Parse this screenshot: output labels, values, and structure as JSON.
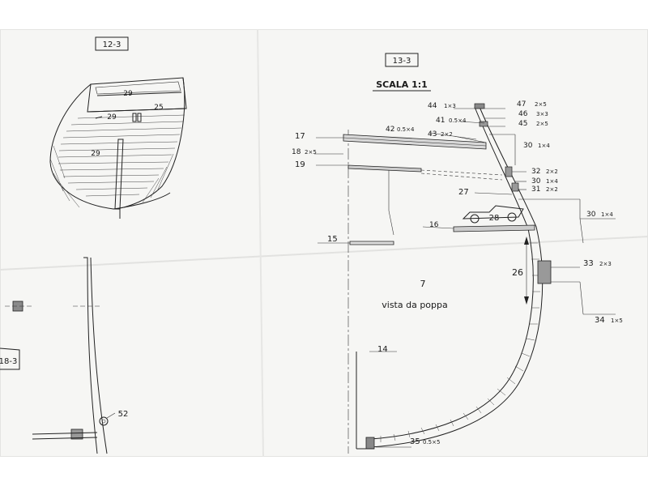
{
  "sheet": {
    "box_12": "12-3",
    "box_13": "13-3",
    "box_18": "18-3",
    "scale": "SCALA 1:1",
    "view_number": "7",
    "view_caption": "vista da poppa"
  },
  "perspective_labels": [
    "29",
    "25",
    "29",
    "29"
  ],
  "callouts": {
    "c44": "44",
    "d44": "1×3",
    "c47": "47",
    "d47": "2×5",
    "c46": "46",
    "d46": "3×3",
    "c41": "41",
    "d41": "0.5×4",
    "c45": "45",
    "d45": "2×5",
    "c42": "42",
    "d42": "0.5×4",
    "c43": "43",
    "d43": "2×2",
    "c17": "17",
    "c30a": "30",
    "d30a": "1×4",
    "c18": "18",
    "d18": "2×5",
    "c19": "19",
    "c32": "32",
    "d32": "2×2",
    "c30b": "30",
    "d30b": "1×4",
    "c31": "31",
    "d31": "2×2",
    "c27": "27",
    "c30c": "30",
    "d30c": "1×4",
    "c28": "28",
    "c16": "16",
    "c15": "15",
    "c33": "33",
    "d33": "2×3",
    "c26": "26",
    "c34": "34",
    "d34": "1×5",
    "c14": "14",
    "c35": "35",
    "d35": "0.5×5",
    "c52": "52"
  }
}
